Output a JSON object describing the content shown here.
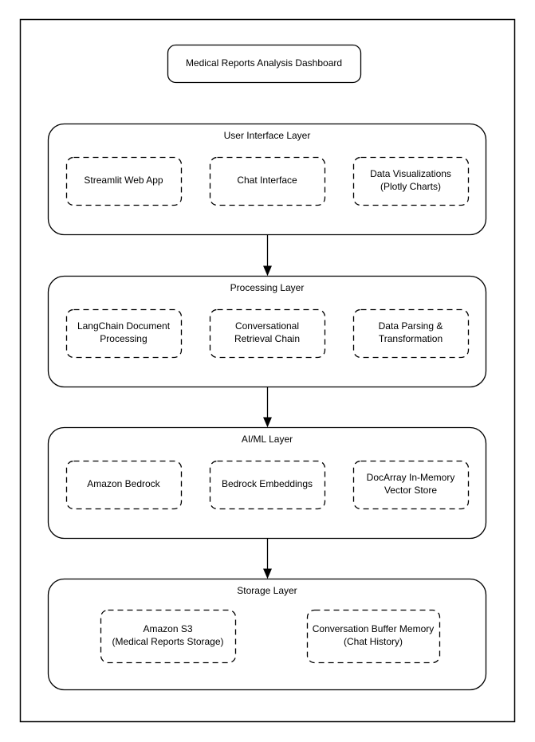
{
  "title": "Medical Reports Analysis Dashboard",
  "layers": [
    {
      "label": "User Interface Layer",
      "nodes": [
        {
          "text": "Streamlit Web App"
        },
        {
          "text": "Chat Interface"
        },
        {
          "text": "Data Visualizations\n(Plotly Charts)"
        }
      ]
    },
    {
      "label": "Processing Layer",
      "nodes": [
        {
          "text": "LangChain Document\nProcessing"
        },
        {
          "text": "Conversational\nRetrieval Chain"
        },
        {
          "text": "Data Parsing &\nTransformation"
        }
      ]
    },
    {
      "label": "AI/ML Layer",
      "nodes": [
        {
          "text": "Amazon Bedrock"
        },
        {
          "text": "Bedrock Embeddings"
        },
        {
          "text": "DocArray In-Memory\nVector Store"
        }
      ]
    },
    {
      "label": "Storage Layer",
      "nodes": [
        {
          "text": "Amazon S3\n(Medical Reports Storage)"
        },
        {
          "text": "Conversation Buffer Memory\n(Chat History)"
        }
      ]
    }
  ],
  "connections": [
    {
      "from": "User Interface Layer",
      "to": "Processing Layer"
    },
    {
      "from": "Processing Layer",
      "to": "AI/ML Layer"
    },
    {
      "from": "AI/ML Layer",
      "to": "Storage Layer"
    }
  ],
  "colors": {
    "stroke": "#000000",
    "background": "#ffffff",
    "text": "#000000"
  }
}
